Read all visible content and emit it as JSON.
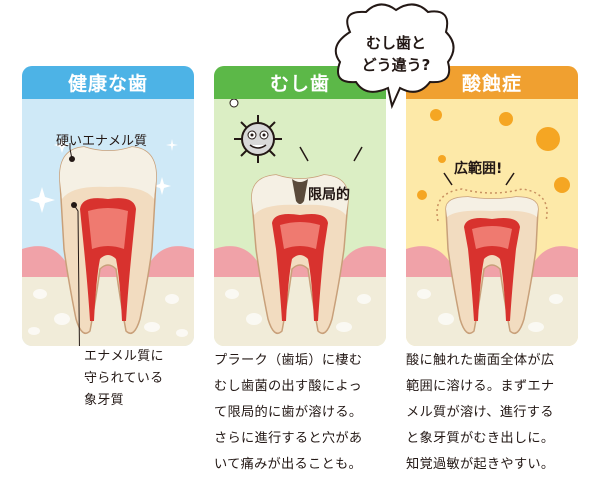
{
  "bubble": {
    "text": "むし歯と\nどう違う?"
  },
  "colors": {
    "healthy_header": "#4db3e6",
    "healthy_bg": "#cfe9f7",
    "caries_header": "#5cb848",
    "caries_bg": "#dbeec4",
    "erosion_header": "#f0a030",
    "erosion_bg": "#fde9a8",
    "gum": "#f0a2a8",
    "pulp": "#d8322e",
    "enamel": "#f5f0e4",
    "dentin": "#f2dcc0"
  },
  "panels": [
    {
      "id": "healthy",
      "title": "健康な歯",
      "label": "硬いエナメル質",
      "callout": "エナメル質に\n守られている\n象牙質"
    },
    {
      "id": "caries",
      "title": "むし歯",
      "label": "限局的",
      "caption": "プラーク（歯垢）に棲む\nむし歯菌の出す酸によっ\nて限局的に歯が溶ける。\nさらに進行すると穴があ\nいて痛みが出ることも。"
    },
    {
      "id": "erosion",
      "title": "酸蝕症",
      "label": "広範囲!",
      "caption": "酸に触れた歯面全体が広\n範囲に溶ける。まずエナ\nメル質が溶け、進行する\nと象牙質がむき出しに。\n知覚過敏が起きやすい。"
    }
  ]
}
